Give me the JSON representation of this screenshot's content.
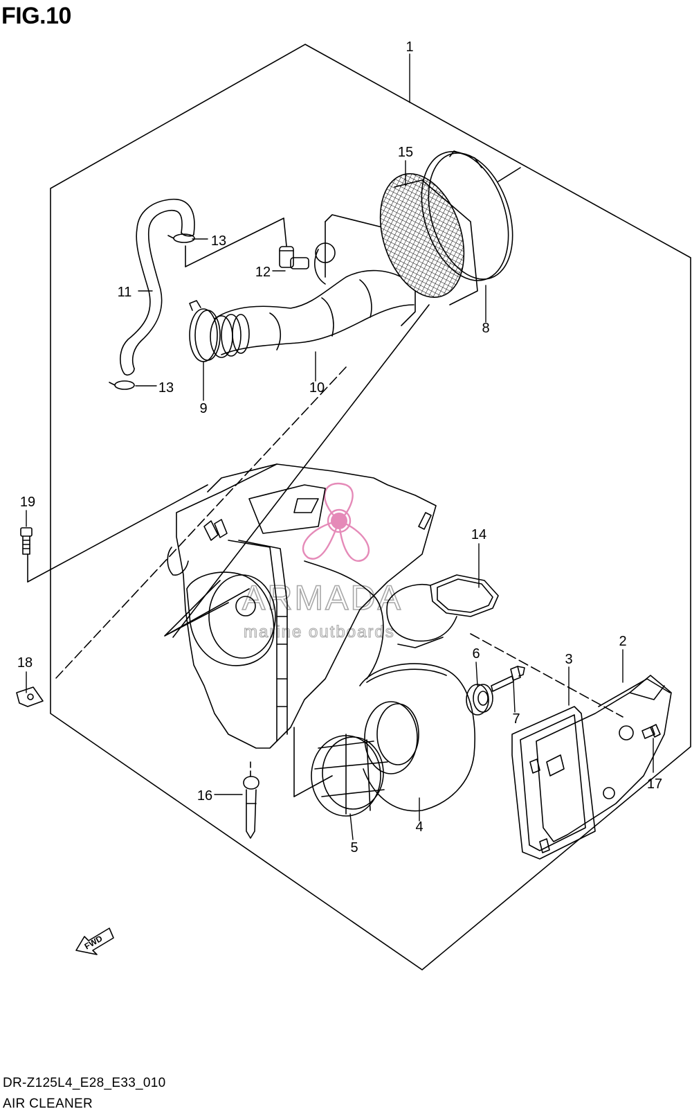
{
  "figure_title": "FIG.10",
  "model_code": "DR-Z125L4_E28_E33_010",
  "caption": "AIR CLEANER",
  "watermark": {
    "name": "ARMADA",
    "tagline": "marine outboards",
    "logo_color": "#e58ab8"
  },
  "direction_arrow": "FWD",
  "callouts": [
    {
      "id": "c1",
      "label": "1"
    },
    {
      "id": "c2",
      "label": "2"
    },
    {
      "id": "c3",
      "label": "3"
    },
    {
      "id": "c4",
      "label": "4"
    },
    {
      "id": "c5",
      "label": "5"
    },
    {
      "id": "c6",
      "label": "6"
    },
    {
      "id": "c7",
      "label": "7"
    },
    {
      "id": "c8",
      "label": "8"
    },
    {
      "id": "c9",
      "label": "9"
    },
    {
      "id": "c10",
      "label": "10"
    },
    {
      "id": "c11",
      "label": "11"
    },
    {
      "id": "c12",
      "label": "12"
    },
    {
      "id": "c13a",
      "label": "13"
    },
    {
      "id": "c13b",
      "label": "13"
    },
    {
      "id": "c14",
      "label": "14"
    },
    {
      "id": "c15",
      "label": "15"
    },
    {
      "id": "c16",
      "label": "16"
    },
    {
      "id": "c17",
      "label": "17"
    },
    {
      "id": "c18",
      "label": "18"
    },
    {
      "id": "c19",
      "label": "19"
    }
  ]
}
